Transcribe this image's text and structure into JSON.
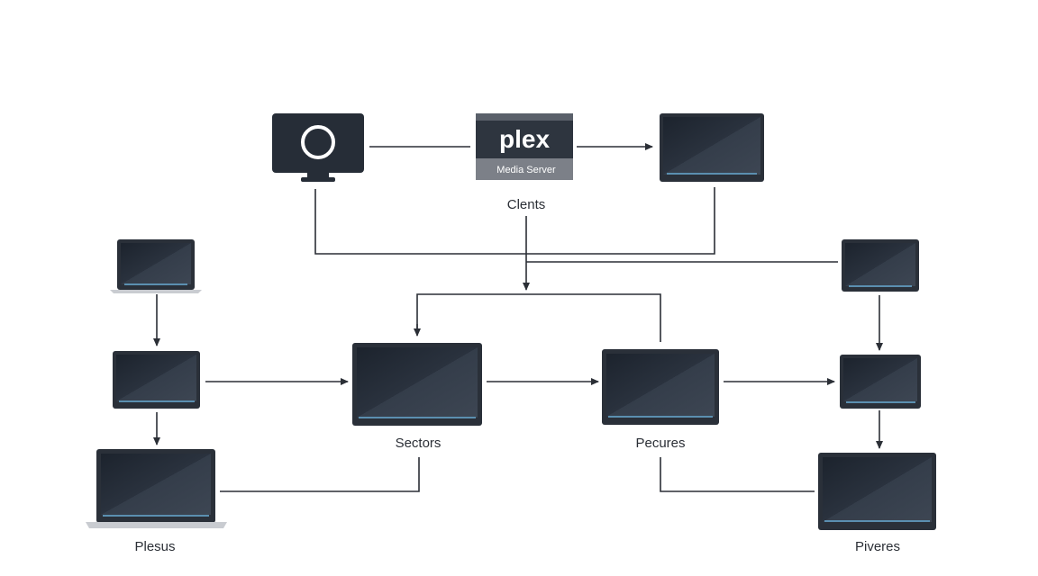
{
  "server": {
    "brand": "plex",
    "subtitle": "Media Server",
    "accent": "#3d4450",
    "subtitle_bg": "#7c8088"
  },
  "labels": {
    "clients": "Clents",
    "sectors": "Sectors",
    "pecures": "Pecures",
    "plesus": "Plesus",
    "piveres": "Piveres"
  },
  "colors": {
    "screen_dark": "#1f2630",
    "screen_light": "#3a4350",
    "bezel": "#2a3039",
    "line": "#2b2f36",
    "laptop_base": "#c9ccd1",
    "screen_bar": "#5b8fb0"
  },
  "icons": {
    "source": "monitor-ring-icon",
    "device": "monitor-icon",
    "laptop": "laptop-icon"
  }
}
